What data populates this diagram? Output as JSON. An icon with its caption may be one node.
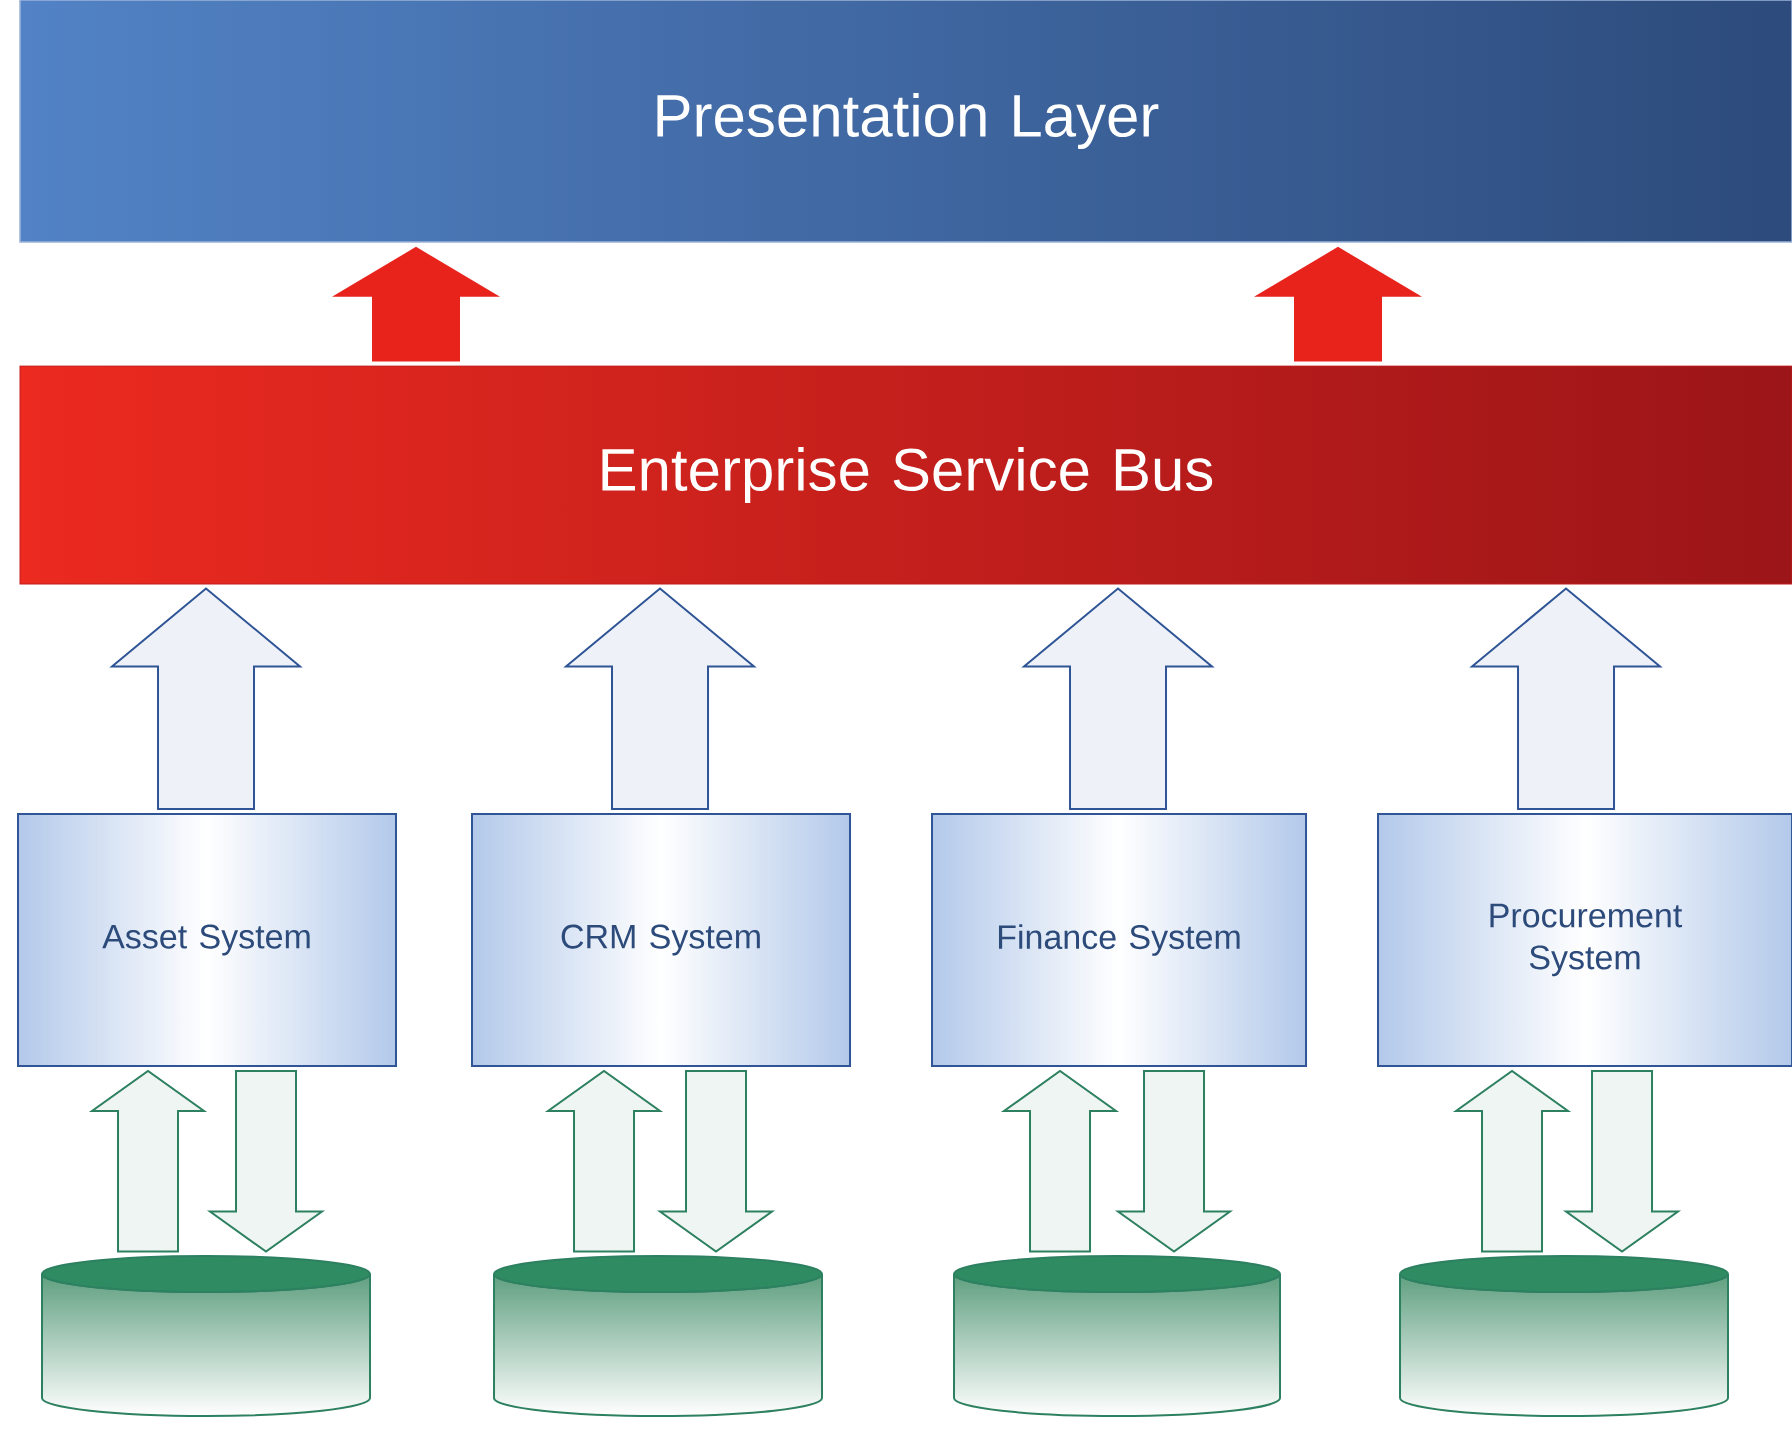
{
  "diagram": {
    "nodes": [
      {
        "text": [
          "Presentation Layer"
        ]
      },
      {
        "text": [
          "Enterprise Service Bus"
        ]
      },
      {
        "text": [
          "Asset System"
        ]
      },
      {
        "text": [
          "CRM System"
        ]
      },
      {
        "text": [
          "Finance System"
        ]
      },
      {
        "text": [
          "Procurement System"
        ]
      },
      {
        "text": [],
        "shape": "cylinder"
      },
      {
        "text": [],
        "shape": "cylinder"
      },
      {
        "text": [],
        "shape": "cylinder"
      },
      {
        "text": [],
        "shape": "cylinder"
      }
    ],
    "edges": [
      {
        "from": 1,
        "to": 0,
        "arrow": "to",
        "color": "#e8231c"
      },
      {
        "from": 1,
        "to": 0,
        "arrow": "to",
        "color": "#e8231c"
      },
      {
        "from": 2,
        "to": 1,
        "arrow": "to",
        "color": "#2f5597"
      },
      {
        "from": 3,
        "to": 1,
        "arrow": "to",
        "color": "#2f5597"
      },
      {
        "from": 4,
        "to": 1,
        "arrow": "to",
        "color": "#2f5597"
      },
      {
        "from": 5,
        "to": 1,
        "arrow": "to",
        "color": "#2f5597"
      },
      {
        "from": 6,
        "to": 2,
        "arrow": "to"
      },
      {
        "from": 2,
        "to": 6,
        "arrow": "to"
      },
      {
        "from": 7,
        "to": 3,
        "arrow": "to"
      },
      {
        "from": 3,
        "to": 7,
        "arrow": "to"
      },
      {
        "from": 8,
        "to": 4,
        "arrow": "to"
      },
      {
        "from": 4,
        "to": 8,
        "arrow": "to"
      },
      {
        "from": 9,
        "to": 5,
        "arrow": "to"
      },
      {
        "from": 5,
        "to": 9,
        "arrow": "to"
      }
    ]
  }
}
